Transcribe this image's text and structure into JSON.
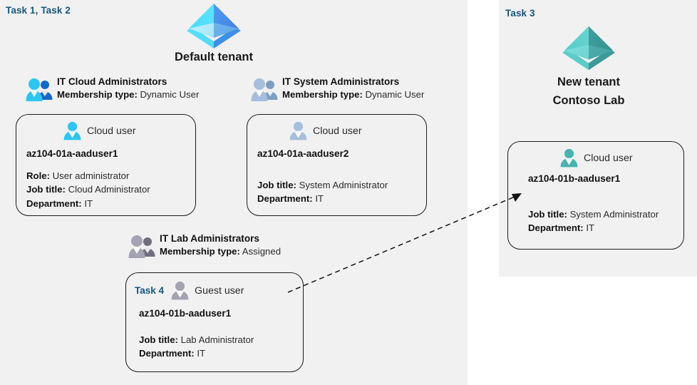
{
  "panels": {
    "left": {
      "task_label": "Task 1, Task 2"
    },
    "right": {
      "task_label": "Task 3"
    }
  },
  "tenants": [
    {
      "id": "default-tenant",
      "icon": "azure-ad-tenant-icon",
      "name": "Default tenant",
      "color": "#32c5f4"
    },
    {
      "id": "new-tenant",
      "icon": "azure-ad-tenant-icon",
      "name_line1": "New  tenant",
      "name_line2": "Contoso Lab",
      "color": "#4bbfbc"
    }
  ],
  "groups": [
    {
      "id": "it-cloud-administrators",
      "icon": "group-users-icon",
      "name": "IT Cloud Administrators",
      "membership_label": "Membership type:",
      "membership_value": "Dynamic User"
    },
    {
      "id": "it-system-administrators",
      "icon": "group-users-icon",
      "name": "IT System Administrators",
      "membership_label": "Membership type:",
      "membership_value": "Dynamic User"
    },
    {
      "id": "it-lab-administrators",
      "icon": "group-users-icon",
      "name": "IT Lab Administrators",
      "membership_label": "Membership type:",
      "membership_value": "Assigned"
    }
  ],
  "cards": [
    {
      "id": "az104-01a-aaduser1",
      "task_tag": "",
      "user_type": "Cloud user",
      "icon": "single-user-icon",
      "name": "az104-01a-aaduser1",
      "attrs": [
        {
          "label": "Role:",
          "value": "User administrator"
        },
        {
          "label": "Job title:",
          "value": "Cloud Administrator"
        },
        {
          "label": "Department:",
          "value": "IT"
        }
      ]
    },
    {
      "id": "az104-01a-aaduser2",
      "task_tag": "",
      "user_type": "Cloud user",
      "icon": "single-user-icon",
      "name": "az104-01a-aaduser2",
      "attrs": [
        {
          "label": "Job title:",
          "value": "System Administrator"
        },
        {
          "label": "Department:",
          "value": "IT"
        }
      ]
    },
    {
      "id": "az104-01b-aaduser1-guest",
      "task_tag": "Task 4",
      "user_type": "Guest user",
      "icon": "single-user-icon",
      "name": "az104-01b-aaduser1",
      "attrs": [
        {
          "label": "Job title:",
          "value": "Lab Administrator"
        },
        {
          "label": "Department:",
          "value": "IT"
        }
      ]
    },
    {
      "id": "az104-01b-aaduser1-cloud",
      "task_tag": "",
      "user_type": "Cloud user",
      "icon": "single-user-icon",
      "name": "az104-01b-aaduser1",
      "attrs": [
        {
          "label": "Job title:",
          "value": "System Administrator"
        },
        {
          "label": "Department:",
          "value": "IT"
        }
      ]
    }
  ],
  "connector": {
    "name": "guest-invite-arrow",
    "style": "dashed",
    "color": "#141414"
  },
  "colors": {
    "panel_background": "#f1f1f1",
    "task_label": "#15567e",
    "card_border": "#1c1c1c",
    "accent_cyan": "#32c5f4",
    "accent_blue": "#1a6fd4",
    "accent_teal": "#4bbfbc",
    "muted_blue": "#9fb8d8",
    "muted_gray": "#9a9aa8"
  }
}
